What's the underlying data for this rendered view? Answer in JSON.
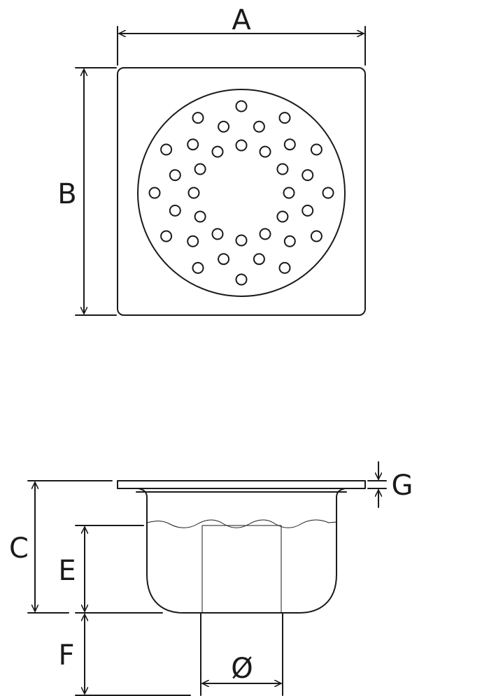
{
  "labels": {
    "A": "A",
    "B": "B",
    "C": "C",
    "E": "E",
    "F": "F",
    "G": "G",
    "diameter": "Ø"
  },
  "colors": {
    "line": "#1a1a1a",
    "background": "#ffffff"
  }
}
